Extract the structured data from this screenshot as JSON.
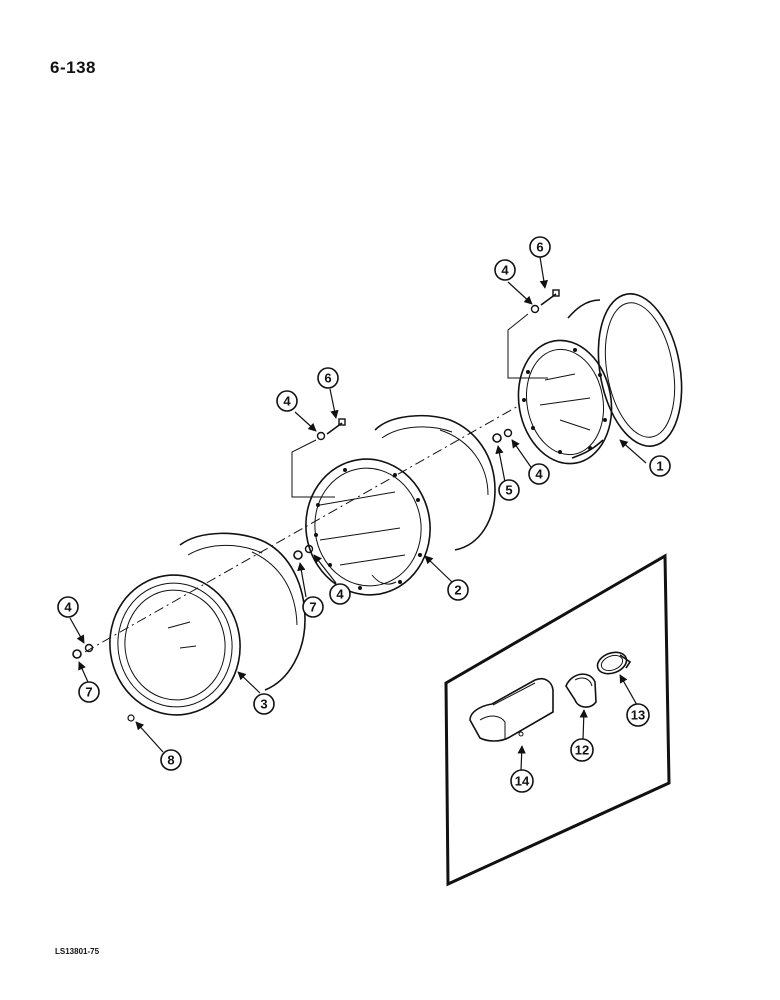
{
  "page_number": "6-138",
  "footer_code": "LS13801-75",
  "callouts": {
    "c1": "1",
    "c2": "2",
    "c3": "3",
    "c4a": "4",
    "c4b": "4",
    "c4c": "4",
    "c4d": "4",
    "c4e": "4",
    "c5": "5",
    "c6a": "6",
    "c6b": "6",
    "c7a": "7",
    "c7b": "7",
    "c8": "8",
    "c12": "12",
    "c13": "13",
    "c14": "14"
  }
}
